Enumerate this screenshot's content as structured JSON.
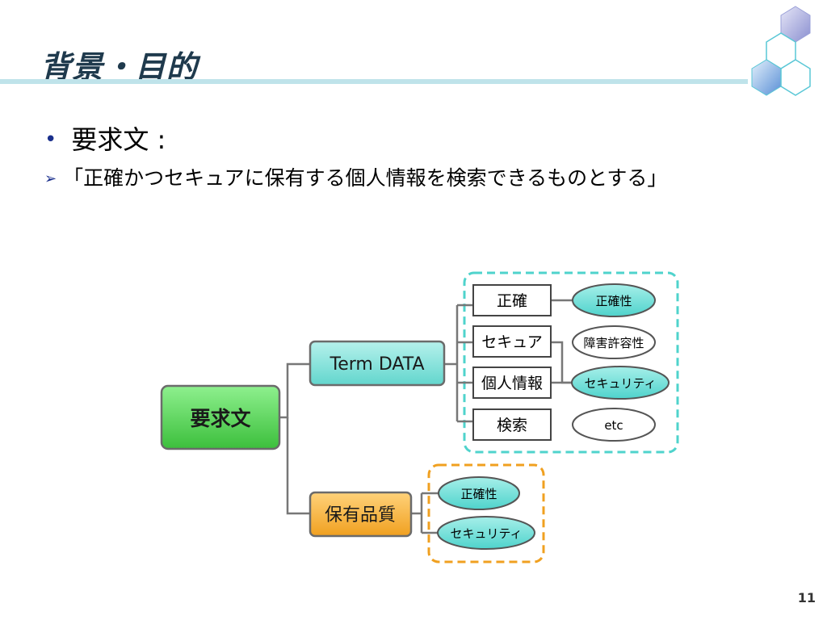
{
  "slide": {
    "title": "背景・目的",
    "page_number": "11"
  },
  "content": {
    "bullet": "要求文 :",
    "sub_bullet": "「正確かつセキュアに保有する個人情報を検索できるものとする」"
  },
  "diagram": {
    "root": "要求文",
    "branch_term": "Term DATA",
    "branch_quality": "保有品質",
    "terms": [
      "正確",
      "セキュア",
      "個人情報",
      "検索"
    ],
    "term_attributes": [
      "正確性",
      "障害許容性",
      "セキュリティ",
      "etc"
    ],
    "quality_attributes": [
      "正確性",
      "セキュリティ"
    ]
  },
  "colors": {
    "title": "#1f3a4d",
    "rule": "#bfe3ea",
    "root_fill": "#5dd35d",
    "term_fill": "#7fe0d8",
    "quality_fill": "#f7b13a",
    "dashed_teal": "#4fd3cc",
    "dashed_orange": "#f0a020",
    "ellipse_fill": "#6fded6"
  }
}
